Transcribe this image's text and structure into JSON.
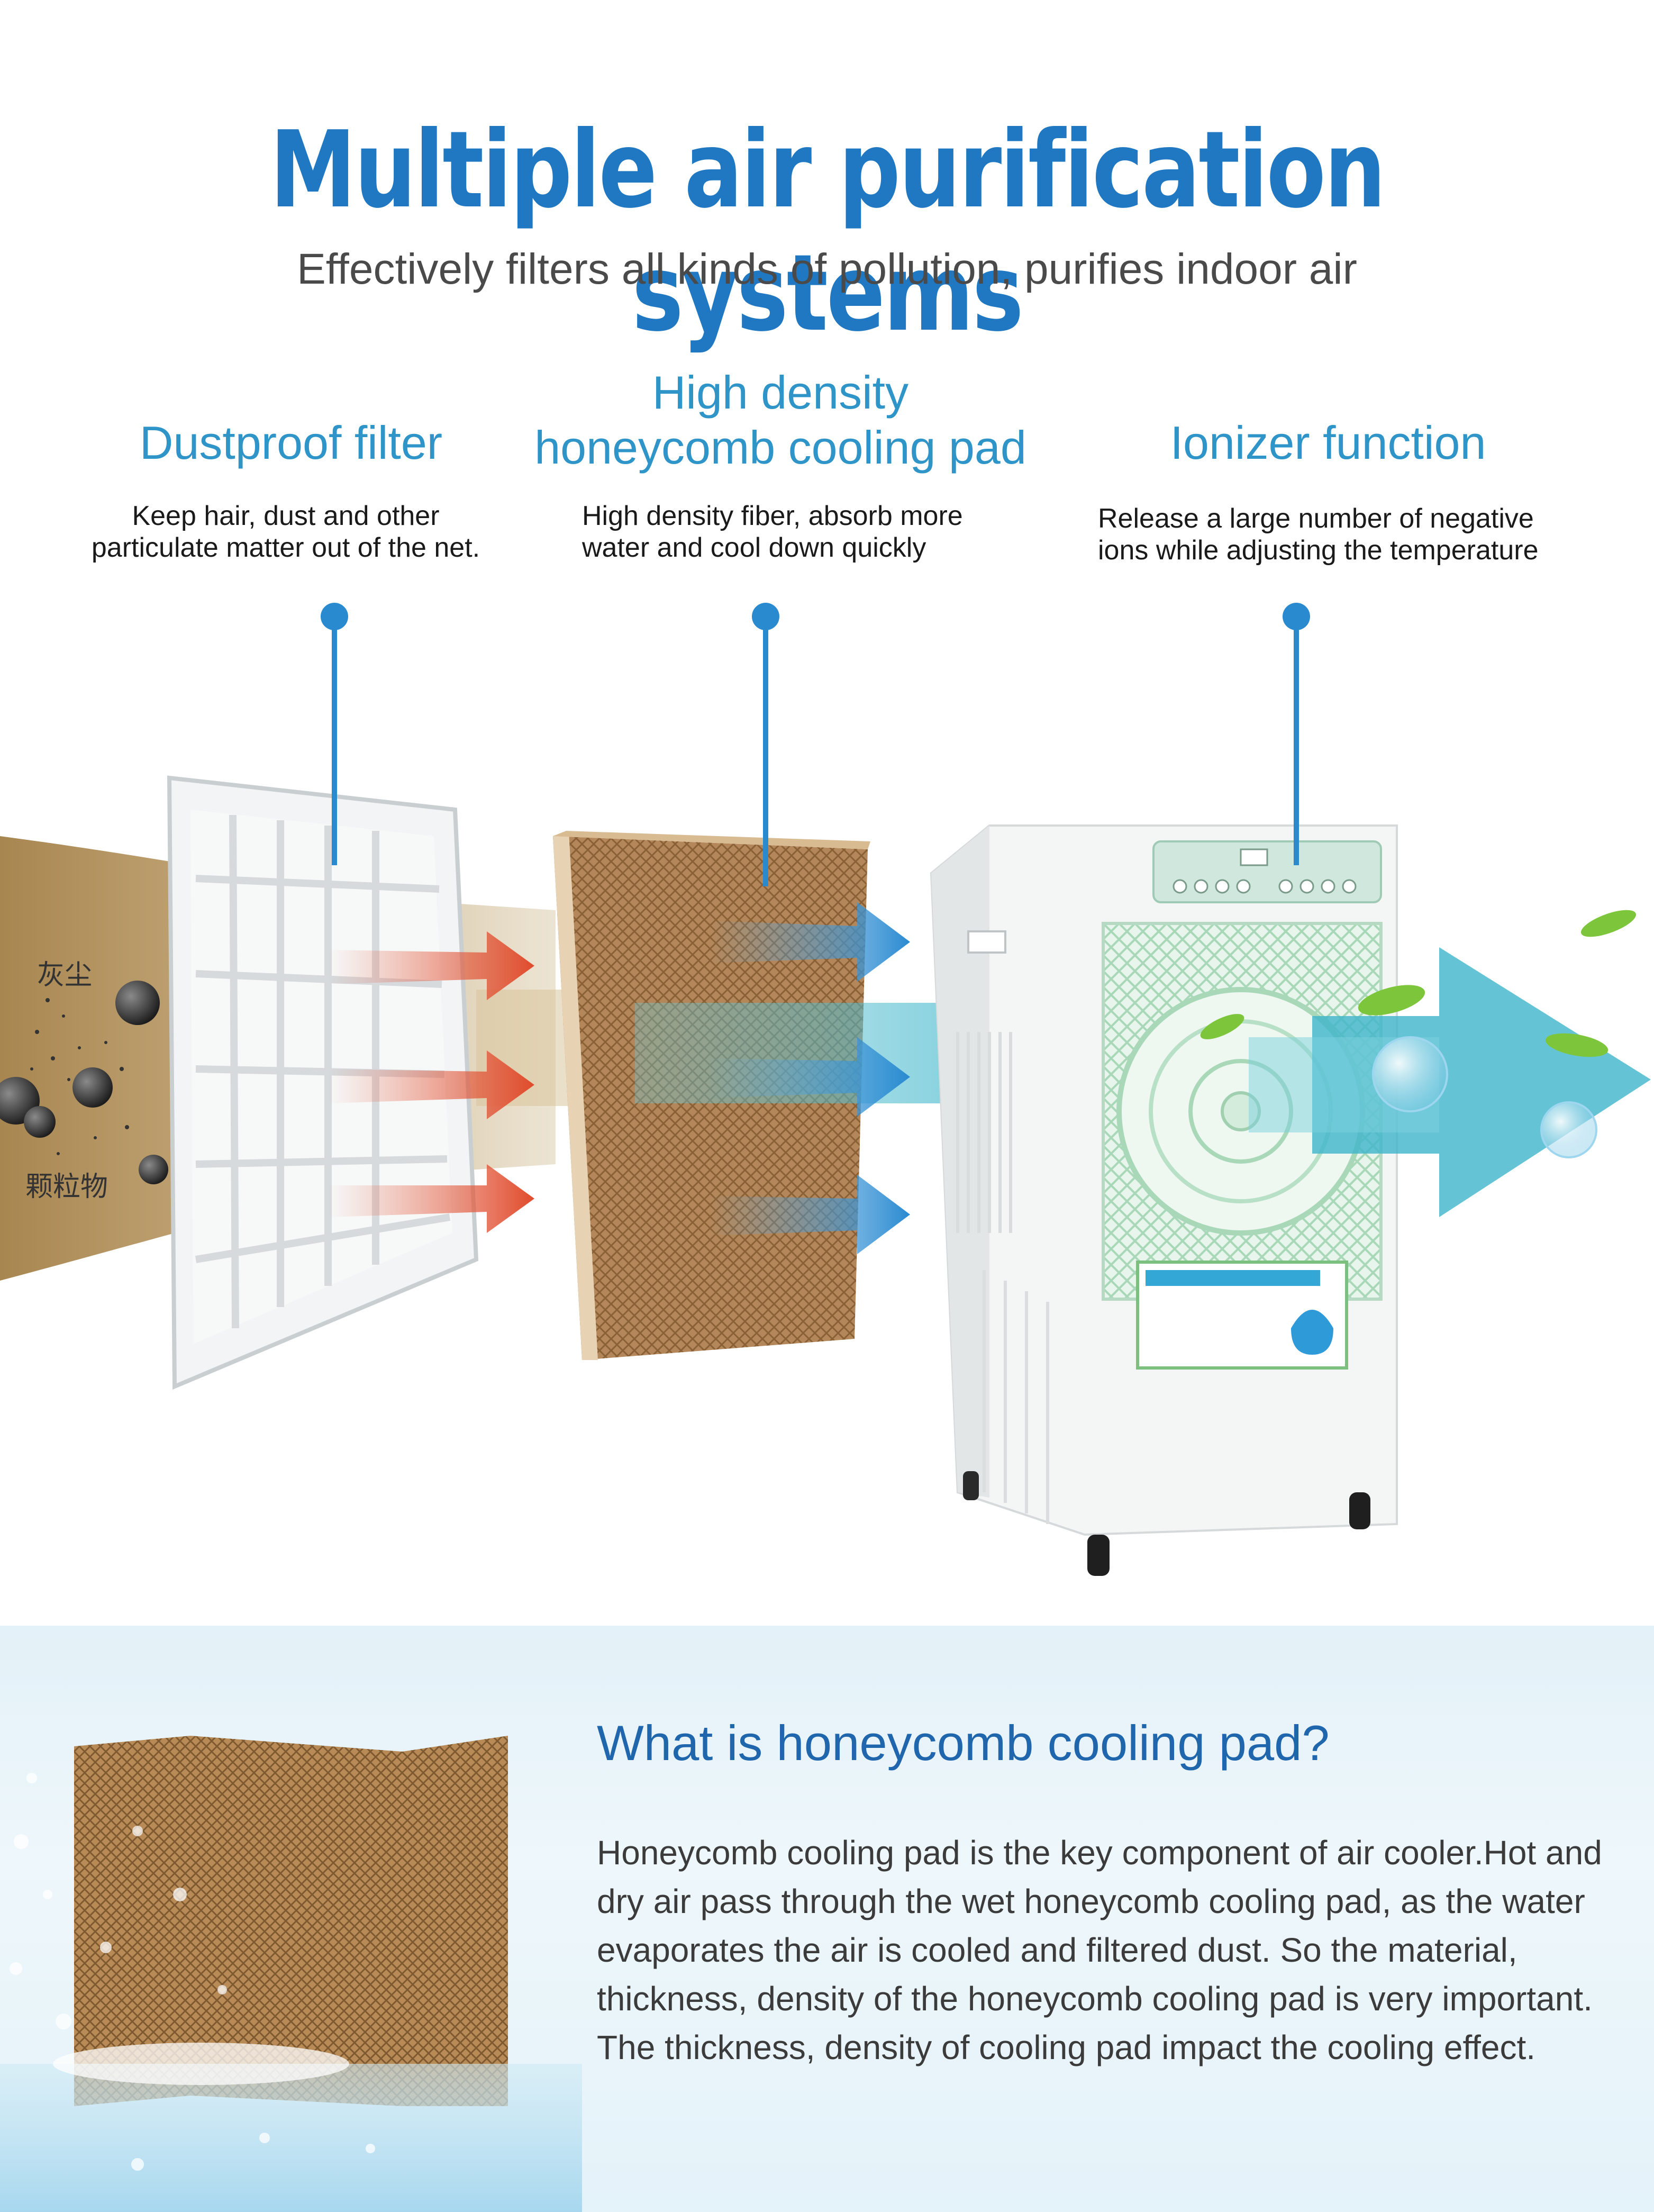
{
  "header": {
    "title": "Multiple air purification systems",
    "subtitle": "Effectively filters all kinds of pollution, purifies indoor air"
  },
  "features": [
    {
      "title": "Dustproof filter",
      "desc_line1": "Keep hair, dust and other",
      "desc_line2": "particulate matter out of the net."
    },
    {
      "title_line1": "High density",
      "title_line2": "honeycomb cooling pad",
      "desc_line1": "High density fiber, absorb more",
      "desc_line2": "water and cool down quickly"
    },
    {
      "title": "Ionizer function",
      "desc_line1": "Release a large number of negative",
      "desc_line2": "ions while adjusting the temperature"
    }
  ],
  "pollution_labels": {
    "dust": "灰尘",
    "particles": "颗粒物"
  },
  "explainer": {
    "title": "What is honeycomb cooling pad?",
    "body": "Honeycomb cooling pad is the key component of air cooler.Hot and dry air pass through the wet honeycomb cooling pad, as the water evaporates the air is cooled and filtered dust. So the material, thickness, density of the honeycomb cooling pad is very important. The thickness, density of cooling pad impact the cooling effect."
  },
  "colors": {
    "title_blue": "#1f78c1",
    "feature_blue": "#2f95c9",
    "marker_blue": "#2a8ad0",
    "pad_brown": "#b88a55",
    "air_teal": "#4fc0d0"
  }
}
